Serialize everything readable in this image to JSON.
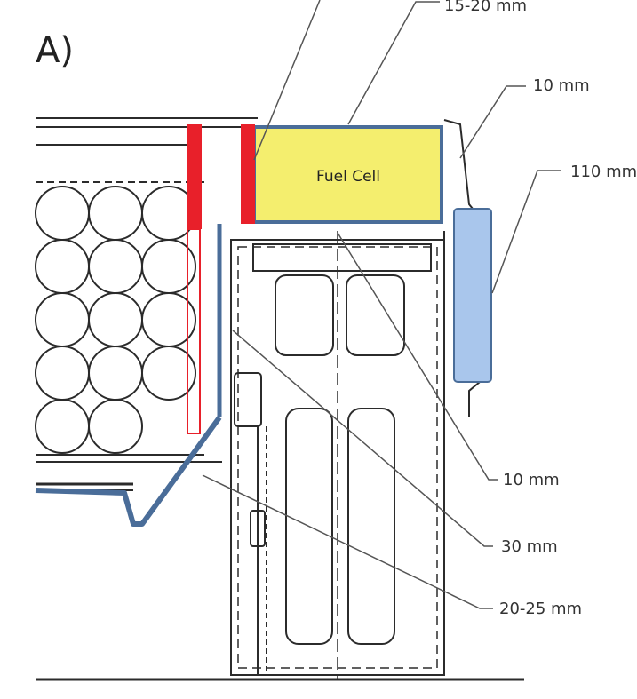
{
  "panel_label": "A)",
  "fuel_cell_label": "Fuel Cell",
  "dimensions": {
    "top_thickness": "15-20 mm",
    "front_wedge": "10 mm",
    "side_armor": "110 mm",
    "floor_lower": "10 mm",
    "inner_plate": "30 mm",
    "hull_floor": "20-25 mm"
  },
  "colors": {
    "fuel_cell_fill": "#f4ee6e",
    "armor_plate_fill": "#a9c6ec",
    "armor_outline": "#4a6d99",
    "marker_red": "#e8202a",
    "drawing_line": "#2b2b2b"
  }
}
